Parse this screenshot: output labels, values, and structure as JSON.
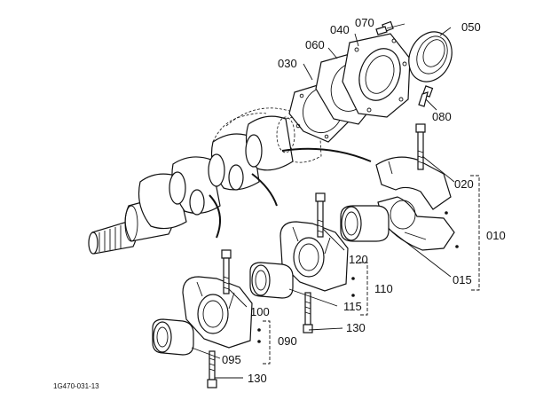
{
  "figure_id": "1G470-031-13",
  "callouts": {
    "c010": "010",
    "c015": "015",
    "c020": "020",
    "c030": "030",
    "c040": "040",
    "c050": "050",
    "c060": "060",
    "c070": "070",
    "c080": "080",
    "c090": "090",
    "c095": "095",
    "c100": "100",
    "c110": "110",
    "c115": "115",
    "c120": "120",
    "c130a": "130",
    "c130b": "130"
  }
}
